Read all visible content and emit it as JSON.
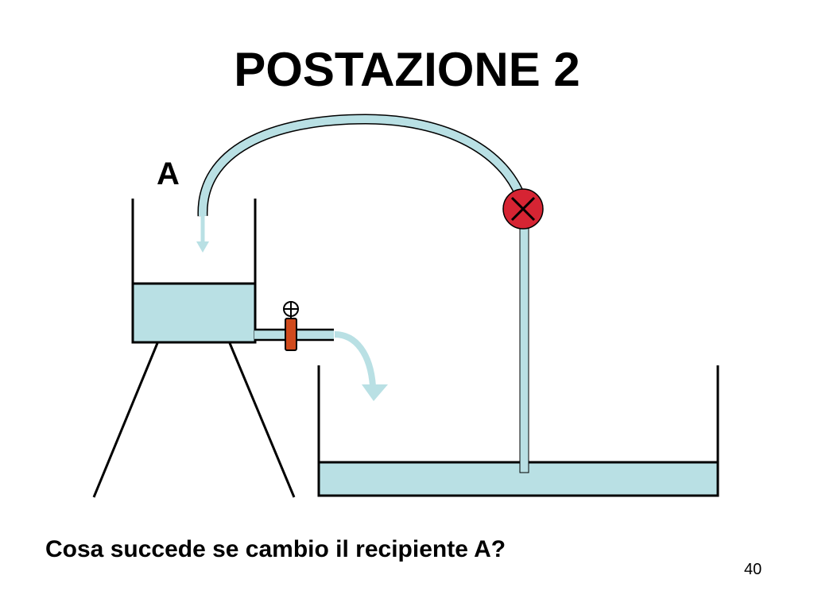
{
  "slide": {
    "title": "POSTAZIONE 2",
    "container_label": "A",
    "question": "Cosa succede se cambio il recipiente A?",
    "page_number": "40"
  },
  "colors": {
    "water": "#b9e0e4",
    "outline": "#000000",
    "valve_red": "#d62433",
    "tap_body": "#d04a1c",
    "background": "#ffffff"
  },
  "icons": {
    "closed_valve": "closed-valve-icon",
    "tap_handle": "tap-handle-icon"
  }
}
